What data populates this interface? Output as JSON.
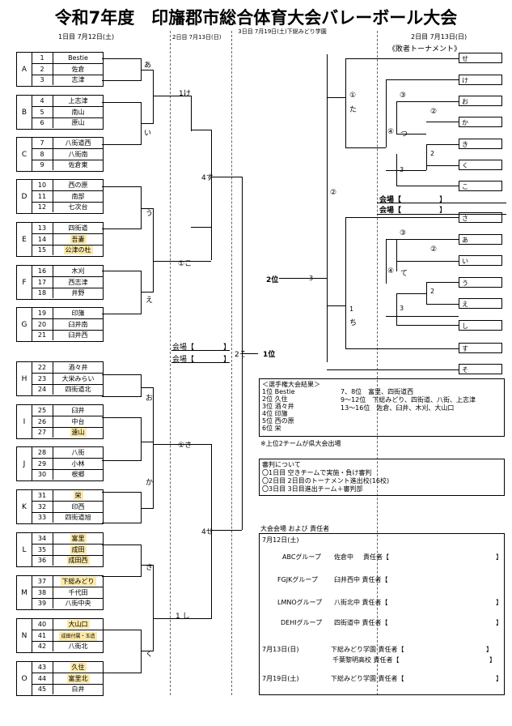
{
  "title": "令和7年度　印旛郡市総合体育大会バレーボール大会",
  "days": {
    "day1": "1日目 7月12日(土)",
    "day2a": "2日目 7月13日(日)",
    "day3": "3日目 7月19日(土)下総みどり学園",
    "day2b": "2日目 7月13日(日)"
  },
  "groups": [
    {
      "letter": "A",
      "rows": [
        [
          "1",
          "Bestie"
        ],
        [
          "2",
          "佐倉"
        ],
        [
          "3",
          "志津"
        ]
      ]
    },
    {
      "letter": "B",
      "rows": [
        [
          "4",
          "上志津"
        ],
        [
          "5",
          "南山"
        ],
        [
          "6",
          "原山"
        ]
      ]
    },
    {
      "letter": "C",
      "rows": [
        [
          "7",
          "八街道西"
        ],
        [
          "8",
          "八街南"
        ],
        [
          "9",
          "佐倉東"
        ]
      ]
    },
    {
      "letter": "D",
      "rows": [
        [
          "10",
          "西の原"
        ],
        [
          "11",
          "南部"
        ],
        [
          "12",
          "七次台"
        ]
      ]
    },
    {
      "letter": "E",
      "rows": [
        [
          "13",
          "四街道"
        ],
        [
          "14",
          "吾妻"
        ],
        [
          "15",
          "公津の杜"
        ]
      ]
    },
    {
      "letter": "F",
      "rows": [
        [
          "16",
          "木刈"
        ],
        [
          "17",
          "西志津"
        ],
        [
          "18",
          "井野"
        ]
      ]
    },
    {
      "letter": "G",
      "rows": [
        [
          "19",
          "印旛"
        ],
        [
          "20",
          "臼井南"
        ],
        [
          "21",
          "臼井西"
        ]
      ]
    },
    {
      "letter": "H",
      "rows": [
        [
          "22",
          "酒々井"
        ],
        [
          "23",
          "大栄みらい"
        ],
        [
          "24",
          "四街道北"
        ]
      ]
    },
    {
      "letter": "I",
      "rows": [
        [
          "25",
          "臼井"
        ],
        [
          "26",
          "中台"
        ],
        [
          "27",
          "遠山"
        ]
      ]
    },
    {
      "letter": "J",
      "rows": [
        [
          "28",
          "八街"
        ],
        [
          "29",
          "小林"
        ],
        [
          "30",
          "根郷"
        ]
      ]
    },
    {
      "letter": "K",
      "rows": [
        [
          "31",
          "栄"
        ],
        [
          "32",
          "印西"
        ],
        [
          "33",
          "四街道旭"
        ]
      ]
    },
    {
      "letter": "L",
      "rows": [
        [
          "34",
          "富里"
        ],
        [
          "35",
          "成田"
        ],
        [
          "36",
          "成田西"
        ]
      ]
    },
    {
      "letter": "M",
      "rows": [
        [
          "37",
          "下総みどり"
        ],
        [
          "38",
          "千代田"
        ],
        [
          "39",
          "八街中央"
        ]
      ]
    },
    {
      "letter": "N",
      "rows": [
        [
          "40",
          "大山口"
        ],
        [
          "41",
          "成田付属・玉造"
        ],
        [
          "42",
          "八街北"
        ]
      ]
    },
    {
      "letter": "O",
      "rows": [
        [
          "43",
          "久住"
        ],
        [
          "44",
          "富里北"
        ],
        [
          "45",
          "白井"
        ]
      ]
    }
  ],
  "bracket": {
    "g1": "あ",
    "g2": "い",
    "g3": "う",
    "g4": "え",
    "g5": "お",
    "g6": "か",
    "g7": "き",
    "g8": "く",
    "r2a": "1け",
    "r2b": "①こ",
    "r2c": "①さ",
    "r2d": "1 し",
    "r3a": "4す",
    "r3b": "4せ",
    "final": "2そ",
    "champion": "1位",
    "venue1": "会場【",
    "venue2": "会場【",
    "bracket_close": "】"
  },
  "consolation": {
    "title": "《敗者トーナメント》",
    "slots": [
      "せ",
      "け",
      "お",
      "か",
      "き",
      "く",
      "こ",
      "さ",
      "あ",
      "い",
      "う",
      "え",
      "し",
      "す",
      "そ"
    ],
    "marks": [
      "①",
      "た",
      "③",
      "②",
      "④",
      "つ",
      "2",
      "3",
      "②",
      "③",
      "②",
      "④",
      "て",
      "2",
      "3",
      "1",
      "ち"
    ],
    "second": "2位",
    "second_val": "3",
    "venue1": "会場【",
    "venue2": "会場【",
    "close": "】"
  },
  "results": {
    "title": "＜選手権大会結果＞",
    "lines": [
      "1位 Bestie",
      "2位 久住",
      "3位 酒々井",
      "4位 印旛",
      "5位 西の原",
      "6位 栄"
    ],
    "lines_right": [
      "7、8位　富里、四街道西",
      "9～12位　下総みどり、四街道、八街、上志津",
      "13～16位　佐倉、臼井、木刈、大山口"
    ],
    "note": "※上位2チームが県大会出場"
  },
  "referee": {
    "title": "審判について",
    "lines": [
      "〇1日目 空きチームで実施・負け審判",
      "〇2日目 2日目のトーナメント進出校(16校)",
      "〇3日目 3日目進出チーム＋審判部"
    ]
  },
  "venue": {
    "title": "大会会場 および 責任者",
    "date1": "7月12日(土)",
    "rows": [
      [
        "ABCグループ",
        "佐倉中",
        "責任者【",
        "】"
      ],
      [
        "FGJKグループ",
        "臼井西中 責任者【",
        ""
      ],
      [
        "LMNOグループ",
        "八街北中 責任者【",
        "】"
      ],
      [
        "DEHIグループ",
        "四街道中 責任者【",
        "】"
      ]
    ],
    "date2": "7月13日(日)",
    "d2a": "下総みどり学園 責任者【",
    "d2b": "千葉黎明高校 責任者【",
    "date3": "7月19日(土)",
    "d3": "下総みどり学園 責任者【",
    "close": "】"
  }
}
